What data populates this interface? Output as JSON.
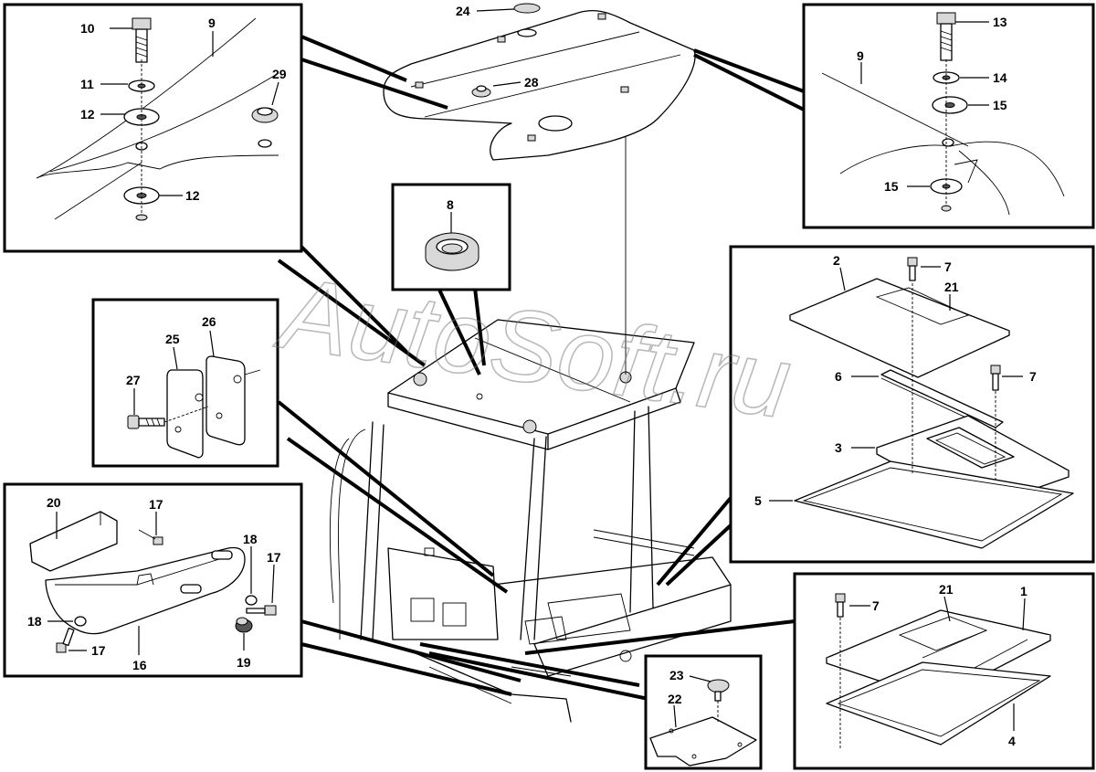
{
  "watermark": "AutoSoft.ru",
  "callouts": {
    "c1": "1",
    "c2": "2",
    "c3": "3",
    "c4": "4",
    "c5": "5",
    "c6": "6",
    "c7a": "7",
    "c7b": "7",
    "c7c": "7",
    "c8": "8",
    "c9a": "9",
    "c9b": "9",
    "c10": "10",
    "c11": "11",
    "c12a": "12",
    "c12b": "12",
    "c13": "13",
    "c14": "14",
    "c15a": "15",
    "c15b": "15",
    "c16": "16",
    "c17a": "17",
    "c17b": "17",
    "c17c": "17",
    "c18a": "18",
    "c18b": "18",
    "c19": "19",
    "c20": "20",
    "c21a": "21",
    "c21b": "21",
    "c22": "22",
    "c23": "23",
    "c24": "24",
    "c25": "25",
    "c26": "26",
    "c27": "27",
    "c28": "28",
    "c29": "29"
  }
}
